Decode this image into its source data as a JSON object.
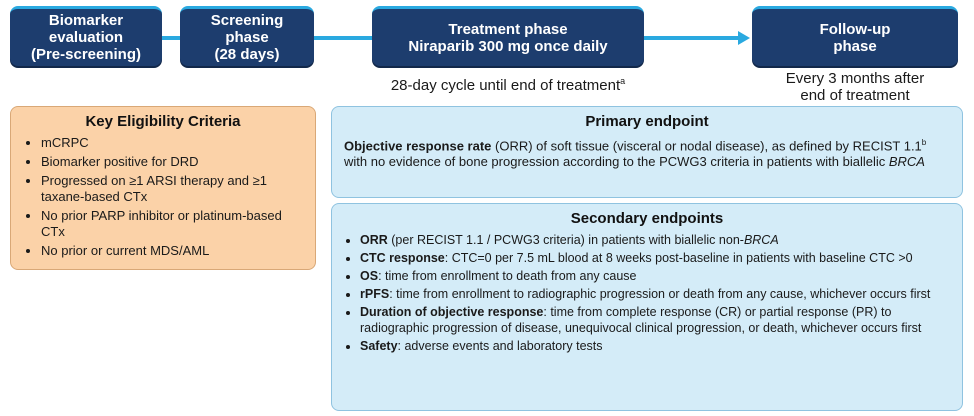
{
  "phases": [
    {
      "lines": [
        "Biomarker",
        "evaluation",
        "(Pre-screening)"
      ]
    },
    {
      "lines": [
        "Screening",
        "phase",
        "(28 days)"
      ]
    },
    {
      "lines": [
        "Treatment phase",
        "Niraparib 300 mg once daily"
      ]
    },
    {
      "lines": [
        "Follow-up",
        "phase"
      ]
    }
  ],
  "notes": {
    "treatment": "28-day cycle until end of treatment",
    "treatment_sup": "a",
    "followup": [
      "Every 3 months after",
      "end of treatment"
    ]
  },
  "eligibility": {
    "title": "Key Eligibility Criteria",
    "items": [
      "mCRPC",
      "Biomarker positive for DRD",
      "Progressed on ≥1 ARSI therapy and ≥1 taxane-based CTx",
      "No prior PARP inhibitor or platinum-based CTx",
      "No prior or current MDS/AML"
    ]
  },
  "primary": {
    "title": "Primary endpoint",
    "bold": "Objective response rate",
    "text1": " (ORR) of soft tissue (visceral or nodal disease), as defined by RECIST 1.1",
    "sup": "b",
    "text2": " with no evidence of bone progression according to the PCWG3 criteria in patients with biallelic ",
    "italic": "BRCA"
  },
  "secondary": {
    "title": "Secondary endpoints",
    "items": [
      {
        "bold": "ORR",
        "text": " (per RECIST 1.1 / PCWG3 criteria) in patients with biallelic non-",
        "italic": "BRCA"
      },
      {
        "bold": "CTC response",
        "text": ": CTC=0 per 7.5 mL blood at 8 weeks post-baseline in patients with baseline CTC >0",
        "italic": ""
      },
      {
        "bold": "OS",
        "text": ": time from enrollment to death from any cause",
        "italic": ""
      },
      {
        "bold": "rPFS",
        "text": ": time from enrollment to radiographic progression or death from any cause, whichever occurs first",
        "italic": ""
      },
      {
        "bold": "Duration of objective response",
        "text": ": time from complete response (CR) or partial response (PR) to radiographic progression of disease, unequivocal clinical progression, or death, whichever occurs first",
        "italic": ""
      },
      {
        "bold": "Safety",
        "text": ": adverse events and laboratory tests",
        "italic": ""
      }
    ]
  }
}
